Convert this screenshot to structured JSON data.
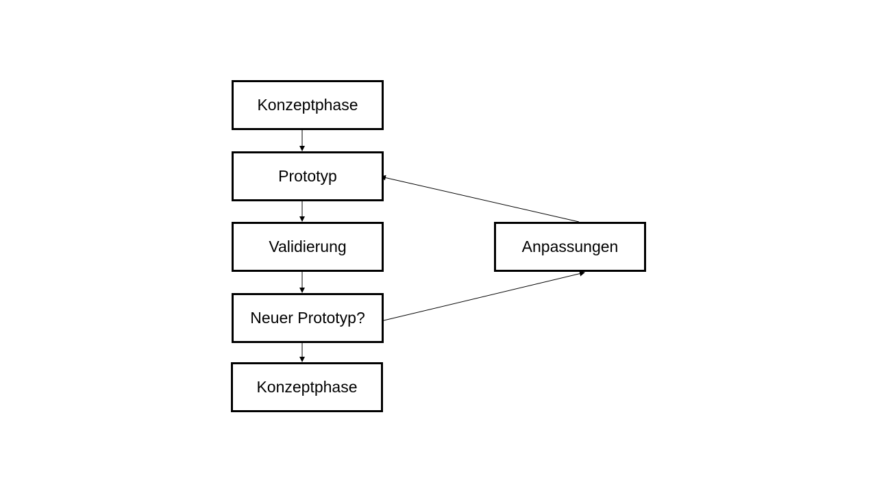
{
  "diagram": {
    "nodes": {
      "konzeptphase_top": "Konzeptphase",
      "prototyp": "Prototyp",
      "validierung": "Validierung",
      "neuer_prototyp": "Neuer Prototyp?",
      "konzeptphase_bottom": "Konzeptphase",
      "anpassungen": "Anpassungen"
    },
    "edges": [
      {
        "from": "konzeptphase_top",
        "to": "prototyp"
      },
      {
        "from": "prototyp",
        "to": "validierung"
      },
      {
        "from": "validierung",
        "to": "neuer_prototyp"
      },
      {
        "from": "neuer_prototyp",
        "to": "konzeptphase_bottom"
      },
      {
        "from": "neuer_prototyp",
        "to": "anpassungen"
      },
      {
        "from": "anpassungen",
        "to": "prototyp"
      }
    ],
    "colors": {
      "line": "#000000",
      "box_border": "#000000",
      "background": "#ffffff"
    }
  }
}
